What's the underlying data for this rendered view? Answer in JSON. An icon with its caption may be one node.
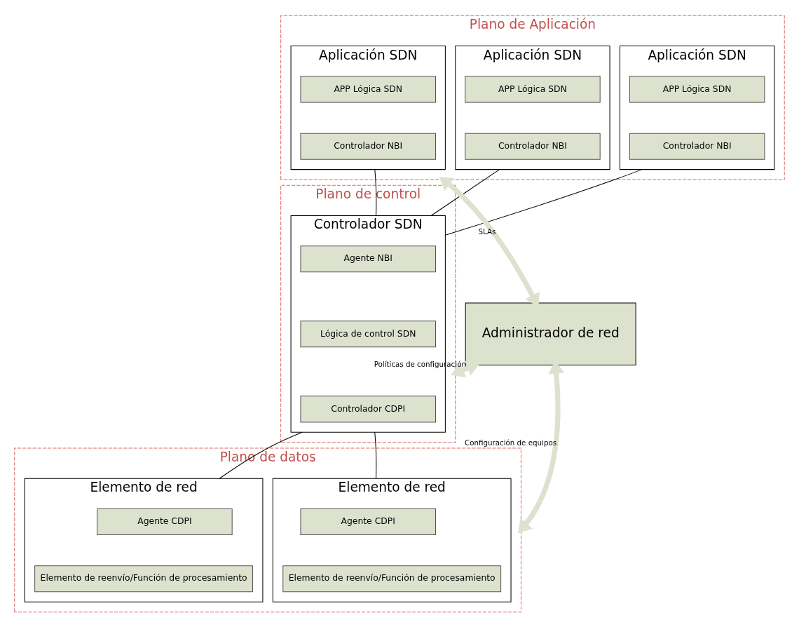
{
  "diagram": {
    "nodes": [
      {
        "text": [
          "Plano de Aplicación"
        ]
      },
      {
        "text": [
          "Aplicación SDN"
        ],
        "in": 0
      },
      {
        "text": [
          "APP Lógica SDN"
        ],
        "in": 1
      },
      {
        "text": [
          "Controlador NBI"
        ],
        "in": 1
      },
      {
        "text": [
          "Aplicación SDN"
        ],
        "in": 0
      },
      {
        "text": [
          "APP Lógica SDN"
        ],
        "in": 4
      },
      {
        "text": [
          "Controlador NBI"
        ],
        "in": 4
      },
      {
        "text": [
          "Aplicación SDN"
        ],
        "in": 0
      },
      {
        "text": [
          "APP Lógica SDN"
        ],
        "in": 7
      },
      {
        "text": [
          "Controlador NBI"
        ],
        "in": 7
      },
      {
        "text": [
          "Plano de control"
        ]
      },
      {
        "text": [
          "Controlador SDN"
        ],
        "in": 10
      },
      {
        "text": [
          "Agente NBI"
        ],
        "in": 11
      },
      {
        "text": [
          "Lógica de control SDN"
        ],
        "in": 11
      },
      {
        "text": [
          "Controlador CDPI"
        ],
        "in": 11
      },
      {
        "text": [
          "Plano de datos"
        ]
      },
      {
        "text": [
          "Elemento de red"
        ],
        "in": 15
      },
      {
        "text": [
          "Agente CDPI"
        ],
        "in": 16
      },
      {
        "text": [
          "Elemento de reenvío/Función de procesamiento"
        ],
        "in": 16
      },
      {
        "text": [
          "Elemento de red"
        ],
        "in": 15
      },
      {
        "text": [
          "Agente CDPI"
        ],
        "in": 19
      },
      {
        "text": [
          "Elemento de reenvío/Función de procesamiento"
        ],
        "in": 19
      },
      {
        "text": [
          "Administrador de red"
        ]
      }
    ],
    "edges": [
      {
        "from": 1,
        "to": 11,
        "arrow": "none"
      },
      {
        "from": 4,
        "to": 11,
        "arrow": "none"
      },
      {
        "from": 7,
        "to": 11,
        "arrow": "none"
      },
      {
        "from": 11,
        "to": 16,
        "arrow": "none"
      },
      {
        "from": 11,
        "to": 19,
        "arrow": "none"
      },
      {
        "from": 0,
        "to": 22,
        "arrow": "both",
        "label": "SLAs",
        "style": "thick",
        "color": "#dde2cf"
      },
      {
        "from": 10,
        "to": 22,
        "arrow": "both",
        "label": "Políticas de configuración",
        "style": "thick",
        "color": "#dde2cf"
      },
      {
        "from": 15,
        "to": 22,
        "arrow": "both",
        "label": "Configuración de equipos",
        "style": "thick",
        "color": "#dde2cf"
      }
    ]
  }
}
